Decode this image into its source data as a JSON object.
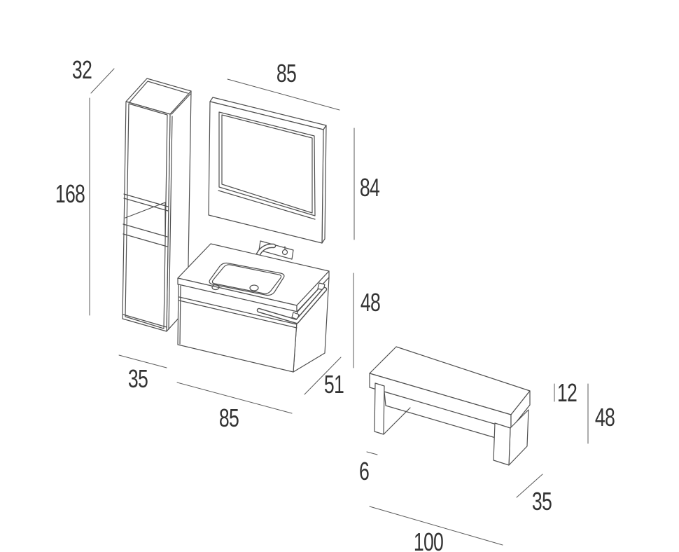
{
  "page": {
    "background": "#ffffff"
  },
  "drawing": {
    "description": "Isometric technical line drawing of a bathroom furniture set",
    "pieces": [
      "tall storage column",
      "framed mirror",
      "wall-hung vanity with basin and towel rail",
      "bench"
    ],
    "line_color": "#4f4f4f",
    "text_color": "#333333"
  },
  "labels": [
    {
      "id": "column-depth",
      "text": "32"
    },
    {
      "id": "column-height",
      "text": "168"
    },
    {
      "id": "mirror-width",
      "text": "85"
    },
    {
      "id": "mirror-height",
      "text": "84"
    },
    {
      "id": "vanity-height",
      "text": "48"
    },
    {
      "id": "column-width",
      "text": "35"
    },
    {
      "id": "vanity-width",
      "text": "85"
    },
    {
      "id": "vanity-depth",
      "text": "51"
    },
    {
      "id": "bench-top-thickness",
      "text": "12"
    },
    {
      "id": "bench-height",
      "text": "48"
    },
    {
      "id": "bench-leg-thickness",
      "text": "6"
    },
    {
      "id": "bench-depth",
      "text": "35"
    },
    {
      "id": "bench-width",
      "text": "100"
    }
  ]
}
